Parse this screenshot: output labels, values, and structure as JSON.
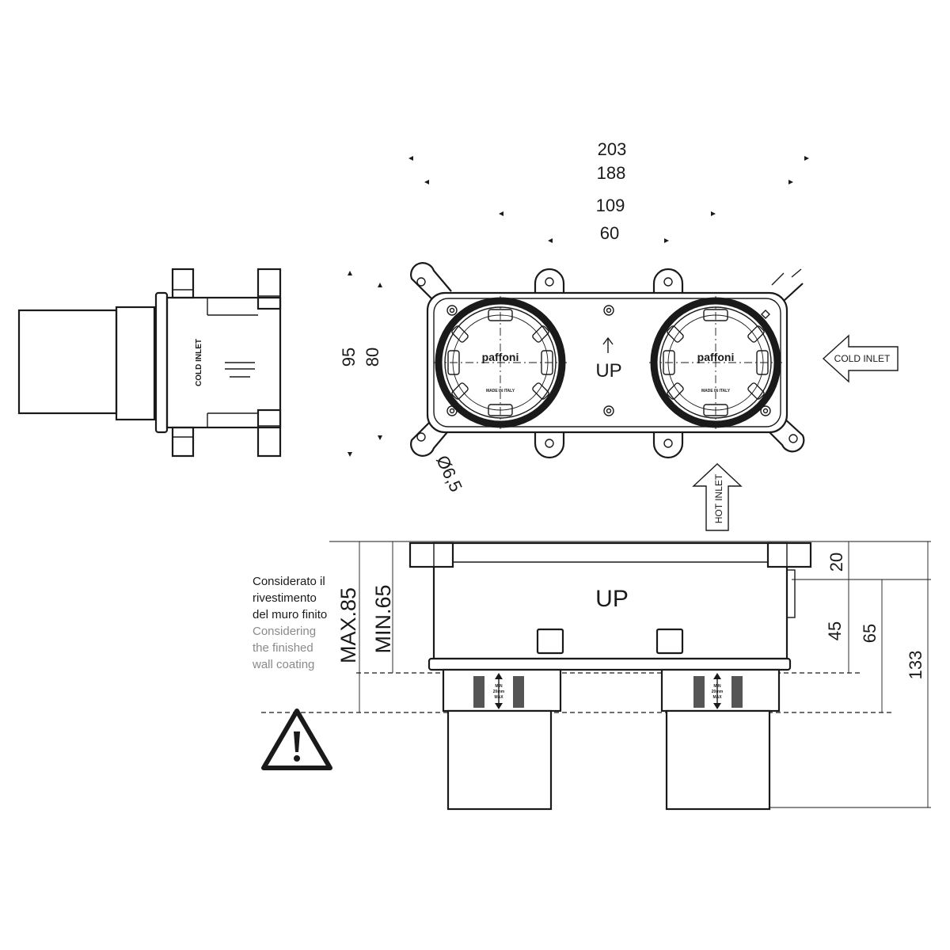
{
  "dimensions_top": {
    "d203": "203",
    "d188": "188",
    "d109": "109",
    "d60": "60"
  },
  "dimensions_left": {
    "d95": "95",
    "d80": "80"
  },
  "hole_diameter": "Ø6,5",
  "front_view": {
    "brand_left": "paffoni",
    "brand_right": "paffoni",
    "made_left": "MADE IN ITALY",
    "made_right": "MADE IN ITALY",
    "up_label": "UP"
  },
  "side_view": {
    "cold_inlet": "COLD INLET"
  },
  "inlets": {
    "cold": "COLD INLET",
    "hot": "HOT INLET"
  },
  "section_view": {
    "up_label": "UP",
    "max": "MAX.85",
    "min": "MIN.65",
    "note_it": [
      "Considerato il",
      "rivestimento",
      "del muro finito"
    ],
    "note_en": [
      "Considering",
      "the  finished",
      "wall  coating"
    ],
    "gauge_label": [
      "MIN",
      "20mm",
      "MAX"
    ],
    "d20": "20",
    "d45": "45",
    "d65": "65",
    "d133": "133"
  }
}
